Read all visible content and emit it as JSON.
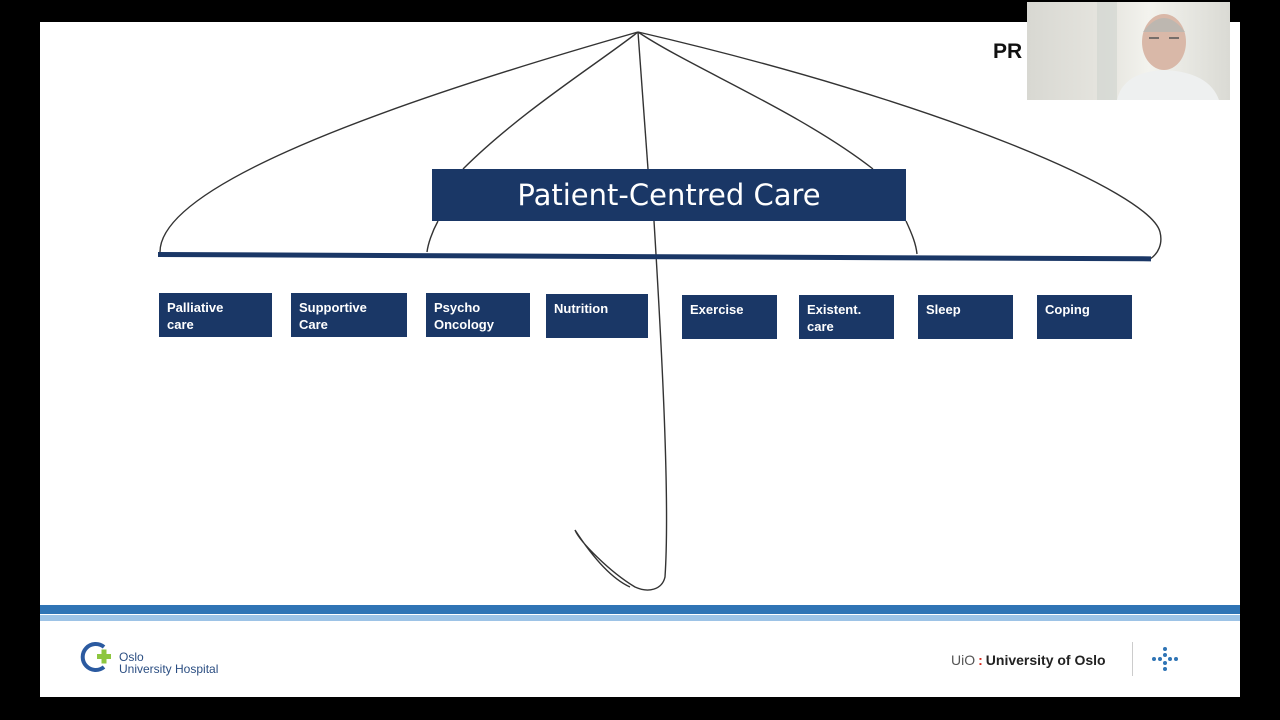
{
  "slide": {
    "title": "Patient-Centred Care",
    "corner_text": "PR",
    "items": [
      {
        "line1": "Palliative",
        "line2": "care"
      },
      {
        "line1": "Supportive",
        "line2": "Care"
      },
      {
        "line1": "Psycho",
        "line2": "Oncology"
      },
      {
        "line1": "Nutrition",
        "line2": ""
      },
      {
        "line1": "Exercise",
        "line2": ""
      },
      {
        "line1": "Existent.",
        "line2": "care"
      },
      {
        "line1": "Sleep",
        "line2": ""
      },
      {
        "line1": "Coping",
        "line2": ""
      }
    ]
  },
  "footer": {
    "left_logo_line1": "Oslo",
    "left_logo_line2": "University Hospital",
    "uio_abbr": "UiO",
    "uio_separator": ":",
    "uio_name": "University of Oslo"
  },
  "colors": {
    "box_blue": "#1a3766",
    "footer_blue": "#2f74b5",
    "footer_light": "#9dc3e6",
    "uio_red": "#d62b1f"
  }
}
